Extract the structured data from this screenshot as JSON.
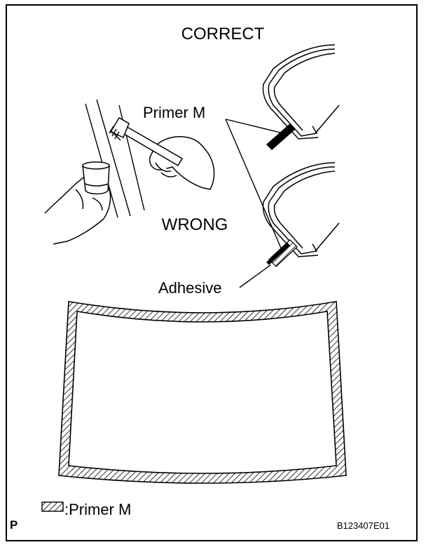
{
  "labels": {
    "correct": "CORRECT",
    "wrong": "WRONG",
    "primer_m": "Primer M",
    "adhesive": "Adhesive",
    "legend_primer": ":Primer M",
    "corner_letter": "P",
    "figure_code": "B123407E01"
  },
  "colors": {
    "ink": "#000000",
    "paper": "#ffffff"
  },
  "icons": {
    "brush": "paint-brush-icon",
    "cup": "primer-cup-icon",
    "hatch": "hatch-swatch-icon"
  }
}
